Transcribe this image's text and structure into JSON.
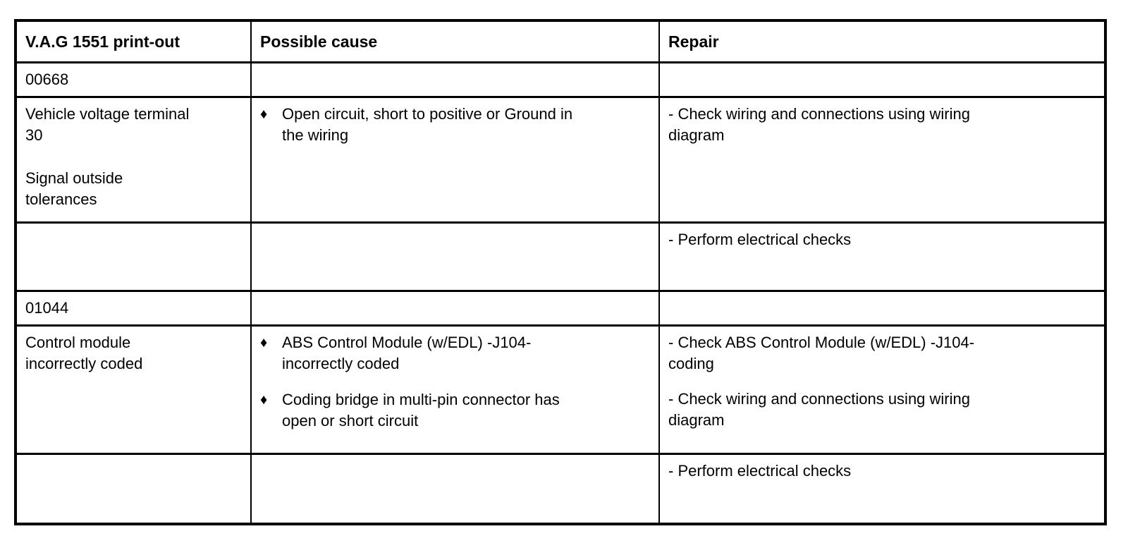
{
  "table": {
    "bullet_glyph": "♦",
    "headers": [
      "V.A.G 1551 print-out",
      "Possible cause",
      "Repair"
    ],
    "rows": [
      {
        "printout": "00668"
      },
      {
        "printout_paragraphs": [
          "Vehicle voltage terminal\n30",
          "Signal outside\ntolerances"
        ],
        "causes": [
          "Open circuit, short to positive or Ground in\nthe wiring"
        ],
        "repairs": [
          "- Check wiring and connections using wiring\ndiagram"
        ]
      },
      {
        "repairs": [
          "- Perform electrical checks"
        ]
      },
      {
        "printout": "01044"
      },
      {
        "printout_paragraphs": [
          "Control module\nincorrectly coded"
        ],
        "causes": [
          "ABS Control Module (w/EDL) -J104-\nincorrectly coded",
          "Coding bridge in multi-pin connector has\nopen or short circuit"
        ],
        "repairs": [
          "- Check ABS Control Module (w/EDL) -J104-\ncoding",
          "- Check wiring and connections using wiring\ndiagram"
        ]
      },
      {
        "repairs": [
          "- Perform electrical checks"
        ]
      }
    ]
  }
}
